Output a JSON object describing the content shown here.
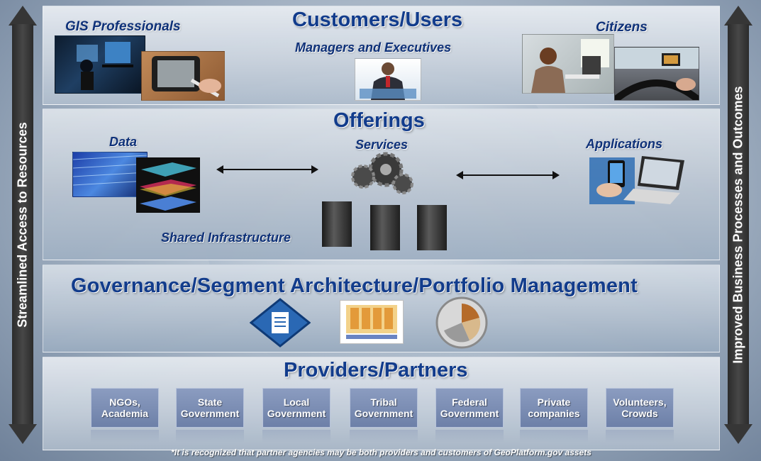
{
  "left_axis": {
    "label": "Streamlined Access to Resources"
  },
  "right_axis": {
    "label": "Improved Business Processes and Outcomes"
  },
  "customers": {
    "title": "Customers/Users",
    "gis_label": "GIS Professionals",
    "managers_label": "Managers and Executives",
    "citizens_label": "Citizens"
  },
  "offerings": {
    "title": "Offerings",
    "data_label": "Data",
    "services_label": "Services",
    "applications_label": "Applications",
    "infrastructure_label": "Shared Infrastructure"
  },
  "governance": {
    "title": "Governance/Segment Architecture/Portfolio Management"
  },
  "providers": {
    "title": "Providers/Partners",
    "items": [
      {
        "line1": "NGOs,",
        "line2": "Academia"
      },
      {
        "line1": "State",
        "line2": "Government"
      },
      {
        "line1": "Local",
        "line2": "Government"
      },
      {
        "line1": "Tribal",
        "line2": "Government"
      },
      {
        "line1": "Federal",
        "line2": "Government"
      },
      {
        "line1": "Private",
        "line2": "companies"
      },
      {
        "line1": "Volunteers,",
        "line2": "Crowds"
      }
    ]
  },
  "footnote": "*It is recognized that partner agencies may be both providers and customers of GeoPlatform.gov assets",
  "colors": {
    "heading": "#123c8c",
    "box": "#7a8cb3",
    "arrow": "#363636"
  }
}
